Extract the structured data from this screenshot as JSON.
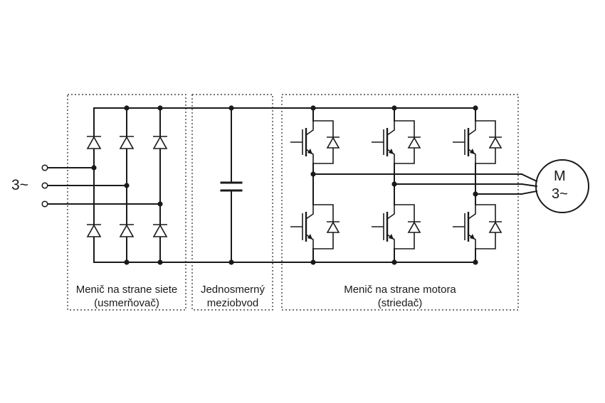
{
  "input_label": "3~",
  "motor": {
    "line1": "M",
    "line2": "3~"
  },
  "sections": {
    "rectifier": {
      "line1": "Menič na strane siete",
      "line2": "(usmerňovač)"
    },
    "dc_link": {
      "line1": "Jednosmerný",
      "line2": "meziobvod"
    },
    "inverter": {
      "line1": "Menič na strane motora",
      "line2": "(striedač)"
    }
  }
}
